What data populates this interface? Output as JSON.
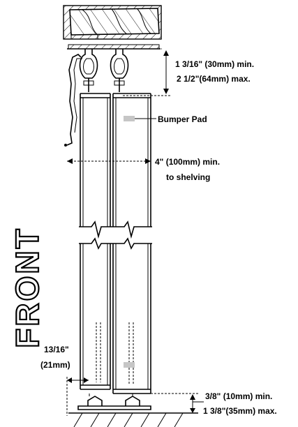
{
  "front_label": "FRONT",
  "top_clearance": {
    "min": "1 3/16\" (30mm) min.",
    "max": "2 1/2\"(64mm) max."
  },
  "bumper_pad": "Bumper Pad",
  "shelving_clearance": {
    "line1": "4\" (100mm) min.",
    "line2": "to shelving"
  },
  "side_gap": {
    "line1": "13/16\"",
    "line2": "(21mm)"
  },
  "bottom_clearance": {
    "min": "3/8\" (10mm) min.",
    "max": "1 3/8\"(35mm) max."
  }
}
